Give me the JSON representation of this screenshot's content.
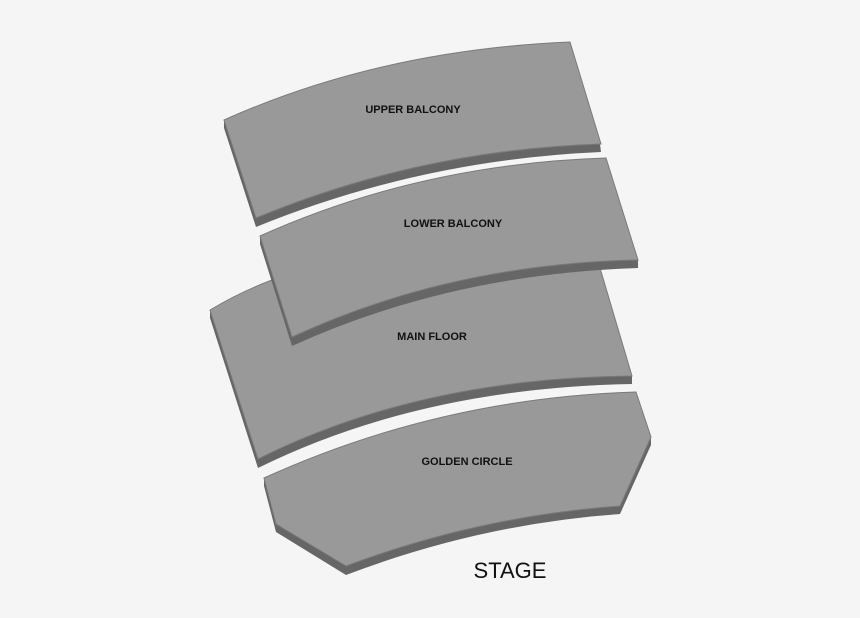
{
  "seating_chart": {
    "background_color": "#f5f5f5",
    "section_color": "#999999",
    "section_edge_color": "#666666",
    "sections": [
      {
        "id": "upper-balcony",
        "label": "UPPER BALCONY"
      },
      {
        "id": "lower-balcony",
        "label": "LOWER BALCONY"
      },
      {
        "id": "main-floor",
        "label": "MAIN FLOOR"
      },
      {
        "id": "golden-circle",
        "label": "GOLDEN CIRCLE"
      }
    ],
    "stage_label": "STAGE"
  }
}
